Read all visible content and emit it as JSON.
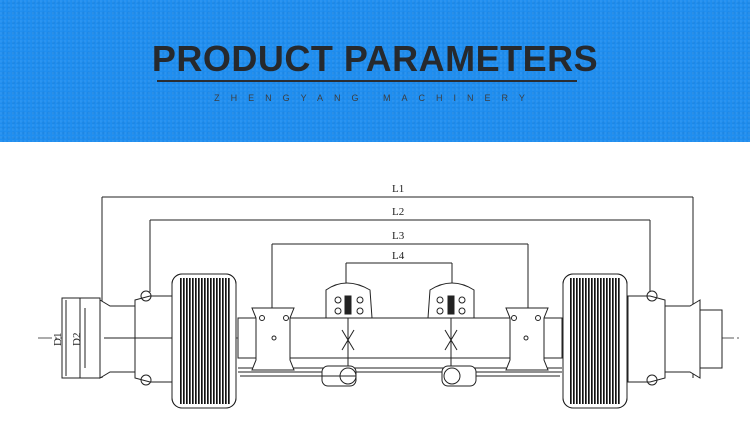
{
  "banner": {
    "title": "PRODUCT PARAMETERS",
    "subtitle": "ZHENGYANG MACHINERY",
    "background_color": "#1f8ef0",
    "title_color": "#26292d"
  },
  "diagram": {
    "dimension_labels": {
      "l1": "L1",
      "l2": "L2",
      "l3": "L3",
      "l4": "L4",
      "d1": "D1",
      "d2": "D2"
    }
  }
}
